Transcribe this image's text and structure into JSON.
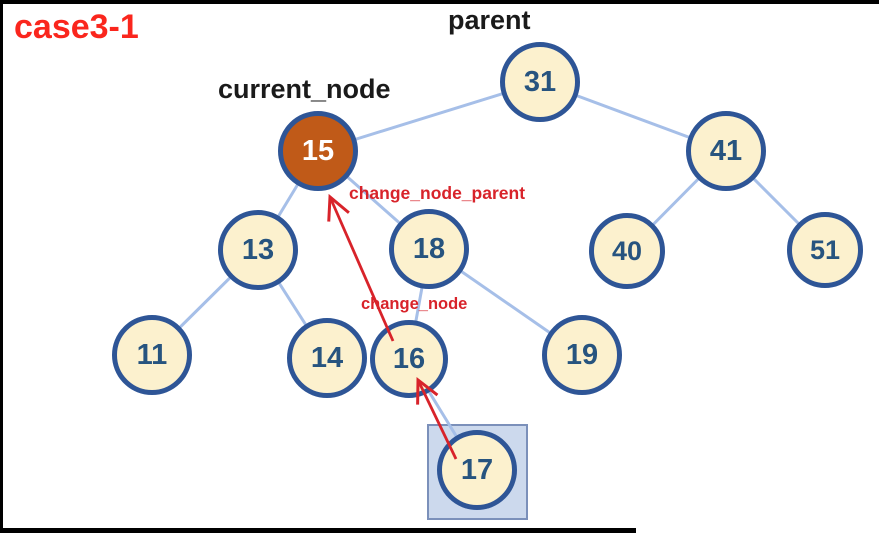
{
  "title": "case3-1",
  "annotations": {
    "parent": "parent",
    "current_node": "current_node",
    "change_node_parent": "change_node_parent",
    "change_node": "change_node"
  },
  "nodes": {
    "n31": "31",
    "n15": "15",
    "n41": "41",
    "n13": "13",
    "n18": "18",
    "n40": "40",
    "n51": "51",
    "n11": "11",
    "n14": "14",
    "n16": "16",
    "n19": "19",
    "n17": "17"
  },
  "colors": {
    "title_red": "#fa261d",
    "label_black": "#1a1a1a",
    "node_fill": "#fcf1ce",
    "node_border": "#2e5596",
    "node_text": "#27547f",
    "highlight_fill": "#c05a18",
    "highlight_text": "#ffffff",
    "edge": "#a6bfe8",
    "arrow": "#d8232a",
    "red_label": "#d8232a",
    "box_fill": "#ccd9ed",
    "box_border": "#7b90ba"
  }
}
